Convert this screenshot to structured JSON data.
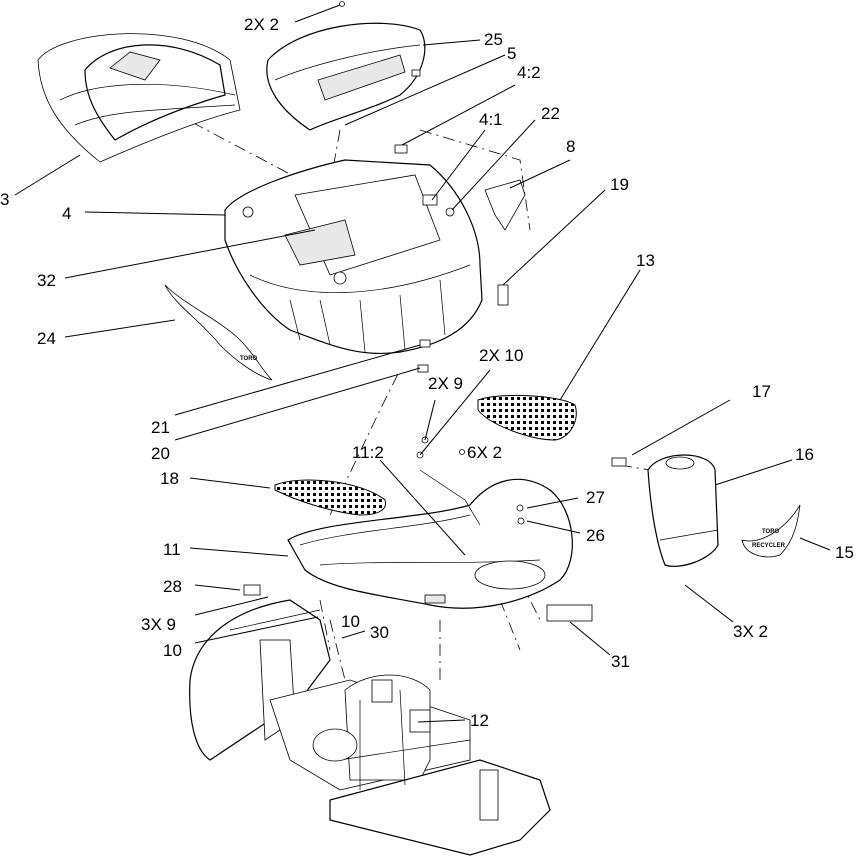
{
  "labels": {
    "l_2x2_top": "2X 2",
    "l_25": "25",
    "l_5": "5",
    "l_4_2": "4:2",
    "l_4_1": "4:1",
    "l_22": "22",
    "l_8": "8",
    "l_19": "19",
    "l_3": "3",
    "l_4": "4",
    "l_32": "32",
    "l_24": "24",
    "l_13": "13",
    "l_2x10": "2X 10",
    "l_2x9": "2X 9",
    "l_21": "21",
    "l_20": "20",
    "l_17": "17",
    "l_16": "16",
    "l_11_2": "11:2",
    "l_6x2": "6X 2",
    "l_18": "18",
    "l_27": "27",
    "l_26": "26",
    "l_15": "15",
    "l_11": "11",
    "l_28": "28",
    "l_3x9": "3X 9",
    "l_10a": "10",
    "l_10b": "10",
    "l_30": "30",
    "l_3x2": "3X 2",
    "l_31": "31",
    "l_12": "12"
  },
  "decals": {
    "toro_a": "TORO",
    "toro_b": "TORO",
    "recycler": "RECYCLER"
  }
}
